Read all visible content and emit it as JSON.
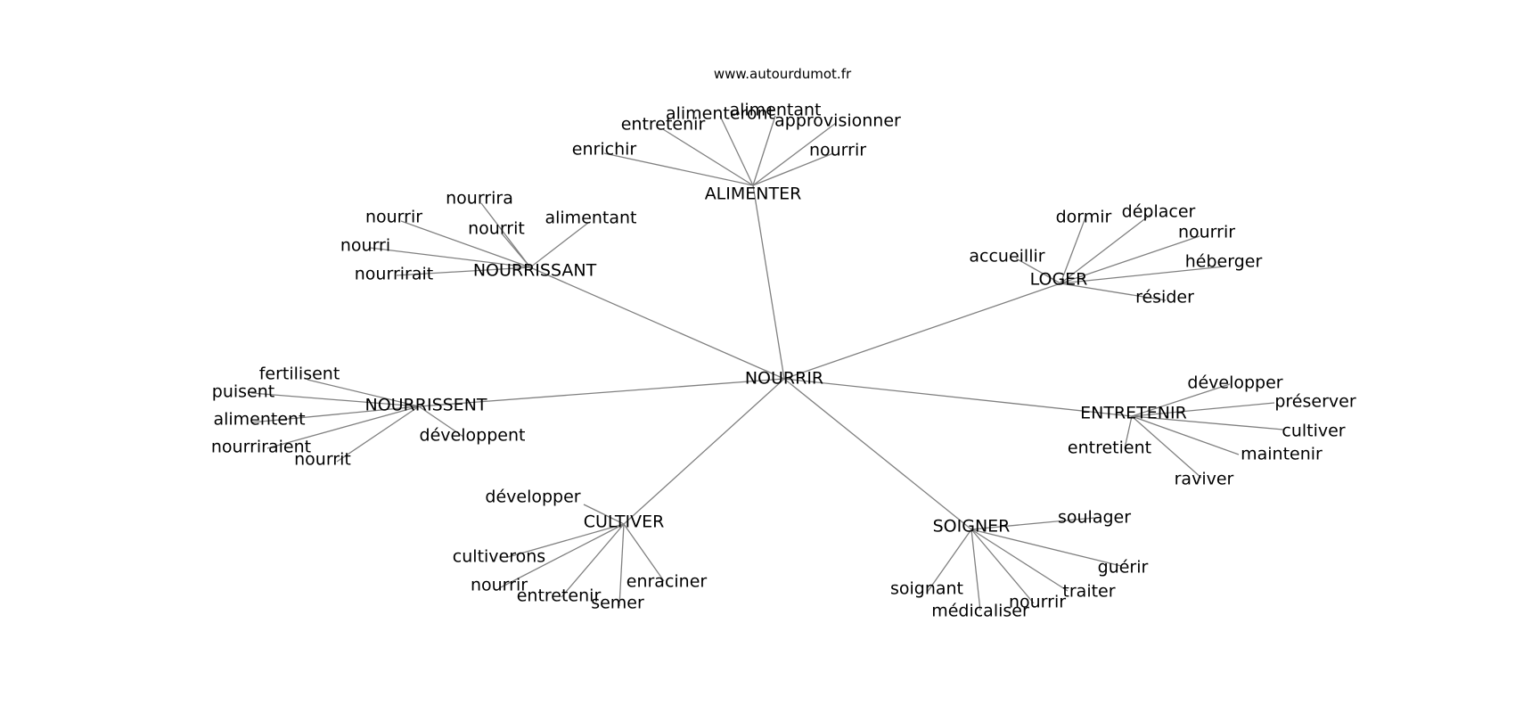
{
  "site_label": "www.autourdumot.fr",
  "center": "NOURRIR",
  "clusters": [
    {
      "hub": "ALIMENTER",
      "words": [
        "enrichir",
        "entretenir",
        "alimenteront",
        "alimentant",
        "approvisionner",
        "nourrir"
      ]
    },
    {
      "hub": "NOURRISSANT",
      "words": [
        "nourrir",
        "nourrira",
        "nourrit",
        "alimentant",
        "nourri",
        "nourrirait"
      ]
    },
    {
      "hub": "LOGER",
      "words": [
        "dormir",
        "déplacer",
        "nourrir",
        "accueillir",
        "héberger",
        "résider"
      ]
    },
    {
      "hub": "NOURRISSENT",
      "words": [
        "fertilisent",
        "puisent",
        "alimentent",
        "nourriraient",
        "nourrit",
        "développent"
      ]
    },
    {
      "hub": "ENTRETENIR",
      "words": [
        "développer",
        "préserver",
        "cultiver",
        "maintenir",
        "raviver",
        "entretient"
      ]
    },
    {
      "hub": "CULTIVER",
      "words": [
        "développer",
        "cultiverons",
        "nourrir",
        "entretenir",
        "semer",
        "enraciner"
      ]
    },
    {
      "hub": "SOIGNER",
      "words": [
        "soulager",
        "guérir",
        "traiter",
        "nourrir",
        "médicaliser",
        "soignant"
      ]
    }
  ]
}
